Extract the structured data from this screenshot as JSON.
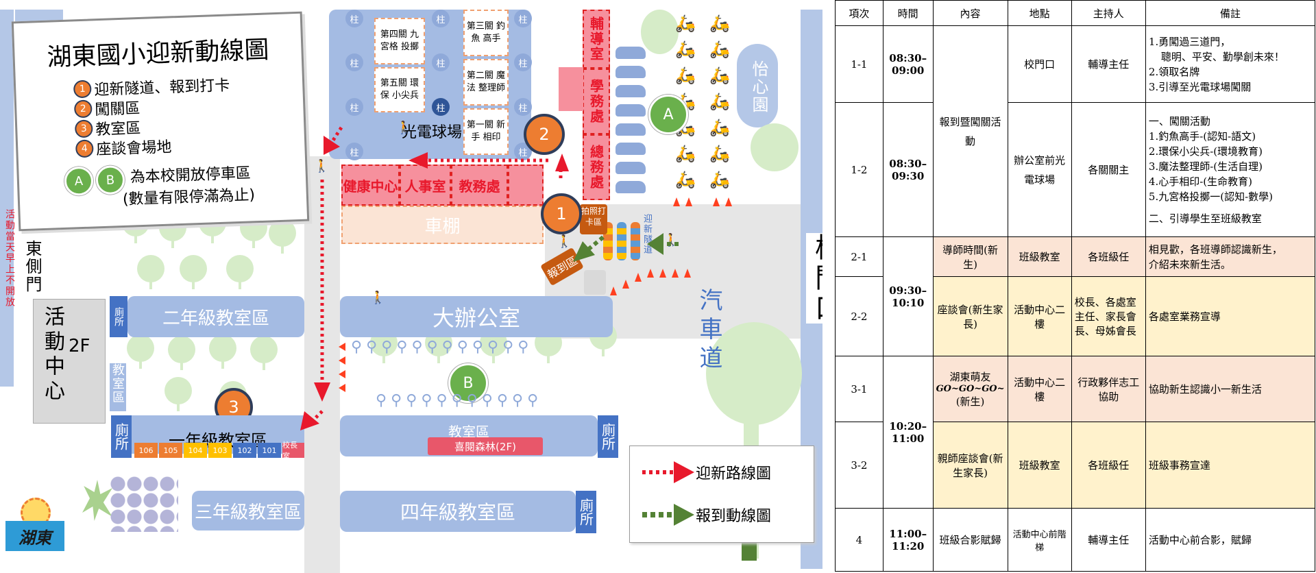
{
  "legend": {
    "title": "湖東國小迎新動線圖",
    "items": [
      {
        "num": "1",
        "label": "迎新隧道、報到打卡"
      },
      {
        "num": "2",
        "label": "闖關區"
      },
      {
        "num": "3",
        "label": "教室區"
      },
      {
        "num": "4",
        "label": "座談會場地"
      }
    ],
    "parking_a": "A",
    "parking_b": "B",
    "parking_note_1": "為本校開放停車區",
    "parking_note_2": "(數量有限停滿為止)"
  },
  "side_notes": {
    "east_gate": "東側門",
    "east_gate_note": "活動當天早上不開放",
    "school_gate": "校門口",
    "car_road": "汽車道",
    "garden": "怡心園"
  },
  "buildings": {
    "gym": "光電球場",
    "pillar": "柱",
    "gates": [
      "第四關 九宮格 投擲",
      "第三關 釣魚 高手",
      "第五關 環保 小尖兵",
      "第二關 魔法 整理師",
      "第一關 新手 相印"
    ],
    "offices_vertical": [
      "輔導室",
      "學務處",
      "總務處"
    ],
    "offices_row": [
      "健康中心",
      "人事室",
      "教務處"
    ],
    "shed": "車棚",
    "photo": "拍照打卡區",
    "tunnel": "迎新隧道",
    "report": "報到區",
    "grade2": "二年級教室區",
    "main_office": "大辦公室",
    "grade1": "一年級教室區",
    "grade1_rooms": [
      "106",
      "105",
      "104",
      "103",
      "102",
      "101",
      "校長室"
    ],
    "classroom": "教室區",
    "forest": "喜閱森林(2F)",
    "grade3": "三年級教室區",
    "grade4": "四年級教室區",
    "toilet": "廁所",
    "toilet_small": "廁所",
    "activity_center": "活動中心",
    "activity_floor": "2F",
    "logo": "湖東"
  },
  "route_legend": {
    "welcome": "迎新路線圖",
    "report": "報到動線圖"
  },
  "schedule": {
    "headers": [
      "項次",
      "時間",
      "內容",
      "地點",
      "主持人",
      "備註"
    ],
    "rows": [
      {
        "no": "1-1",
        "time": "08:30–09:00",
        "content": "報到暨闖關活動",
        "place": "校門口",
        "host": "輔導主任",
        "note": [
          "1.勇闖過三道門，",
          "  聰明、平安、勤學創未來！",
          "2.領取名牌",
          "3.引導至光電球場闖關"
        ]
      },
      {
        "no": "1-2",
        "time": "08:30–09:30",
        "content": "",
        "place": "辦公室前光電球場",
        "host": "各關關主",
        "note": [
          "一、闖關活動",
          "1.釣魚高手-(認知-語文)",
          "2.環保小尖兵-(環境教育)",
          "3.魔法整理師-(生活自理)",
          "4.心手相印-(生命教育)",
          "5.九宮格投擲一(認知-數學)",
          "",
          "二、引導學生至班級教室"
        ]
      },
      {
        "no": "2-1",
        "time": "09:30–10:10",
        "content": "導師時間(新生)",
        "place": "班級教室",
        "host": "各班級任",
        "note": [
          "相見歡，各班導師認識新生，",
          "介紹未來新生活。"
        ]
      },
      {
        "no": "2-2",
        "time": "",
        "content": "座談會(新生家長)",
        "place": "活動中心二樓",
        "host": "校長、各處室主任、家長會長、母姊會長",
        "note": [
          "各處室業務宣導"
        ]
      },
      {
        "no": "3-1",
        "time": "10:20–11:00",
        "content_1": "湖東萌友",
        "content_2": "GO~GO~GO~",
        "content_3": "(新生)",
        "place": "活動中心二樓",
        "host": "行政夥伴志工協助",
        "note": [
          "協助新生認識小一新生活"
        ]
      },
      {
        "no": "3-2",
        "time": "",
        "content": "親師座談會(新生家長)",
        "place": "班級教室",
        "host": "各班級任",
        "note": [
          "班級事務宣達"
        ]
      },
      {
        "no": "4",
        "time": "11:00–11:20",
        "content": "班級合影賦歸",
        "place": "活動中心前階梯",
        "host": "輔導主任",
        "note": [
          "活動中心前合影，賦歸"
        ]
      }
    ]
  },
  "colors": {
    "route_red": "#e8192c",
    "route_green": "#548235",
    "block_blue": "#a4bbe3",
    "orange": "#ed7d31"
  }
}
